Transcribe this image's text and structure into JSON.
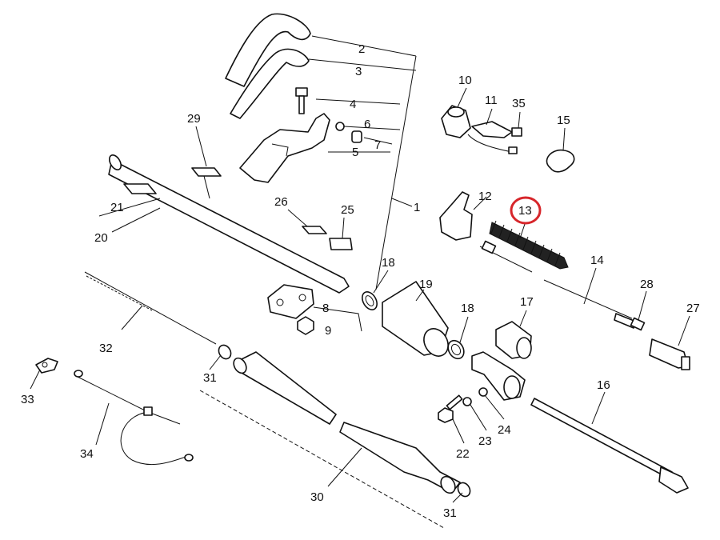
{
  "diagram": {
    "highlight_color": "#d7262b",
    "highlighted_part": "13",
    "labels": {
      "p1": "1",
      "p2": "2",
      "p3": "3",
      "p4": "4",
      "p5": "5",
      "p6": "6",
      "p7": "7",
      "p8": "8",
      "p9": "9",
      "p10": "10",
      "p11": "11",
      "p12": "12",
      "p13": "13",
      "p14": "14",
      "p15": "15",
      "p16": "16",
      "p17": "17",
      "p18a": "18",
      "p18b": "18",
      "p19": "19",
      "p20": "20",
      "p21": "21",
      "p22": "22",
      "p23": "23",
      "p24": "24",
      "p25": "25",
      "p26": "26",
      "p27": "27",
      "p28": "28",
      "p29": "29",
      "p30": "30",
      "p31a": "31",
      "p31b": "31",
      "p32": "32",
      "p33": "33",
      "p34": "34",
      "p35": "35"
    }
  }
}
